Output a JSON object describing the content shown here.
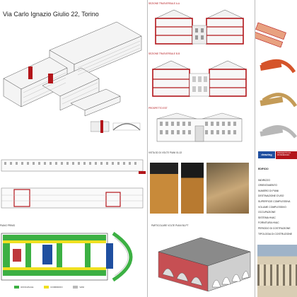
{
  "header": {
    "address": "Via Carlo Ignazio Giulio 22, Torino"
  },
  "sections": {
    "aa_title": "SEZIONE TRASVERSALE A-A",
    "bb_title": "SEZIONE TRASVERSALE B-B",
    "east_title": "PROSPETTO EST",
    "vaults_title": "VISTA 3D DI VOLTE PIANI 01-02",
    "ground_title": "PIANO PRIMO",
    "detail_title": "PARTICOLARE VOLTE PIANI S6-PT"
  },
  "logo": {
    "badge": "drawing",
    "project": "PROGETTO DI",
    "patrimonio": "PATRIMONIO"
  },
  "legend": [
    {
      "label": "UFFICI/AULE",
      "color": "#3cb043"
    },
    {
      "label": "CORRIDOIO",
      "color": "#f0e020"
    },
    {
      "label": "VANI",
      "color": "#b9b9b9"
    }
  ],
  "edificio": {
    "heading": "EDIFICIO",
    "items": [
      "INDIRIZZO",
      "ORIENTAMENTO",
      "NUMERO DI PIANI",
      "DESTINAZIONE D'USO",
      "SUPERFICIE COMPLESSIVA",
      "VOLUME COMPLESSIVO",
      "OCCUPAZIONE",
      "SISTEMA HVAC",
      "FORNITURA HVAC",
      "PERIODO DI COSTRUZIONE",
      "TIPOLOGIA DI COSTRUZIONE"
    ]
  },
  "colors": {
    "accent_red": "#b3151a",
    "badge_blue": "#1f4fa0"
  }
}
